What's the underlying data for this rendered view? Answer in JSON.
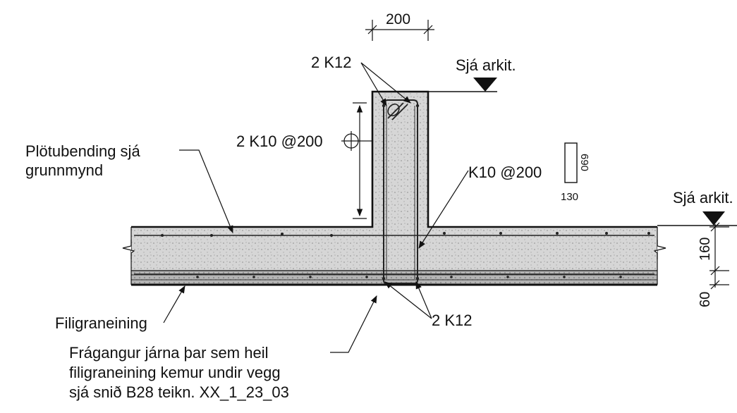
{
  "dimensions": {
    "wall_width": "200",
    "slab_thickness": "160",
    "filigree_thickness": "60",
    "stirrup_width": "130",
    "stirrup_height": "690"
  },
  "rebar": {
    "top_bars": "2 K12",
    "bottom_bars": "2 K12",
    "vertical_bars": "2 K10 @200",
    "stirrups": "K10 @200"
  },
  "references": {
    "top_level": "Sjá arkit.",
    "slab_level": "Sjá arkit."
  },
  "notes": {
    "slab_reinforcement": [
      "Plötubending sjá",
      "grunnmynd"
    ],
    "filigree": "Filigraneining",
    "detailing": [
      "Frágangur járna þar sem heil",
      "filigraneining kemur undir vegg",
      "sjá snið B28 teikn. XX_1_23_03"
    ]
  },
  "colors": {
    "line": "#111111",
    "concrete_fill": "#d9d9d9",
    "filigree_fill": "#bdbdbd"
  }
}
